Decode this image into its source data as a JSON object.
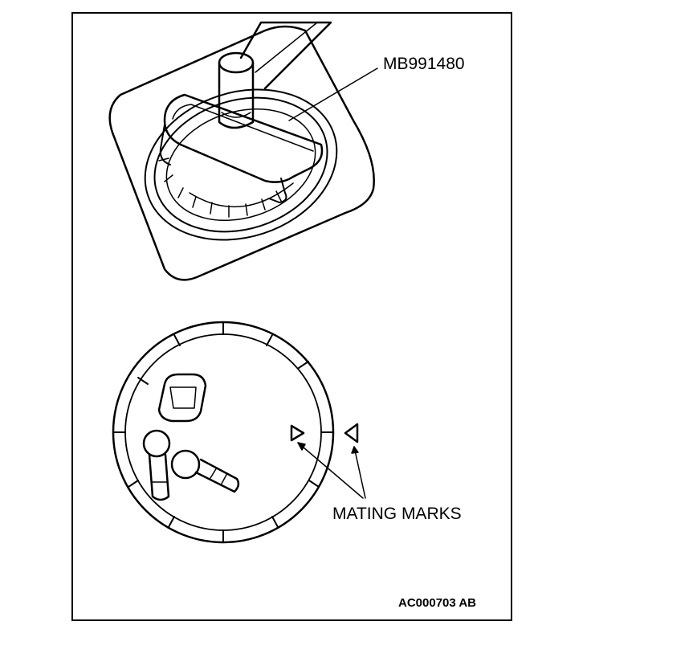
{
  "figure": {
    "tool_label": "MB991480",
    "mating_marks_label": "MATING MARKS",
    "figure_code": "AC000703 AB"
  },
  "colors": {
    "ink": "#000000",
    "paper": "#ffffff"
  }
}
